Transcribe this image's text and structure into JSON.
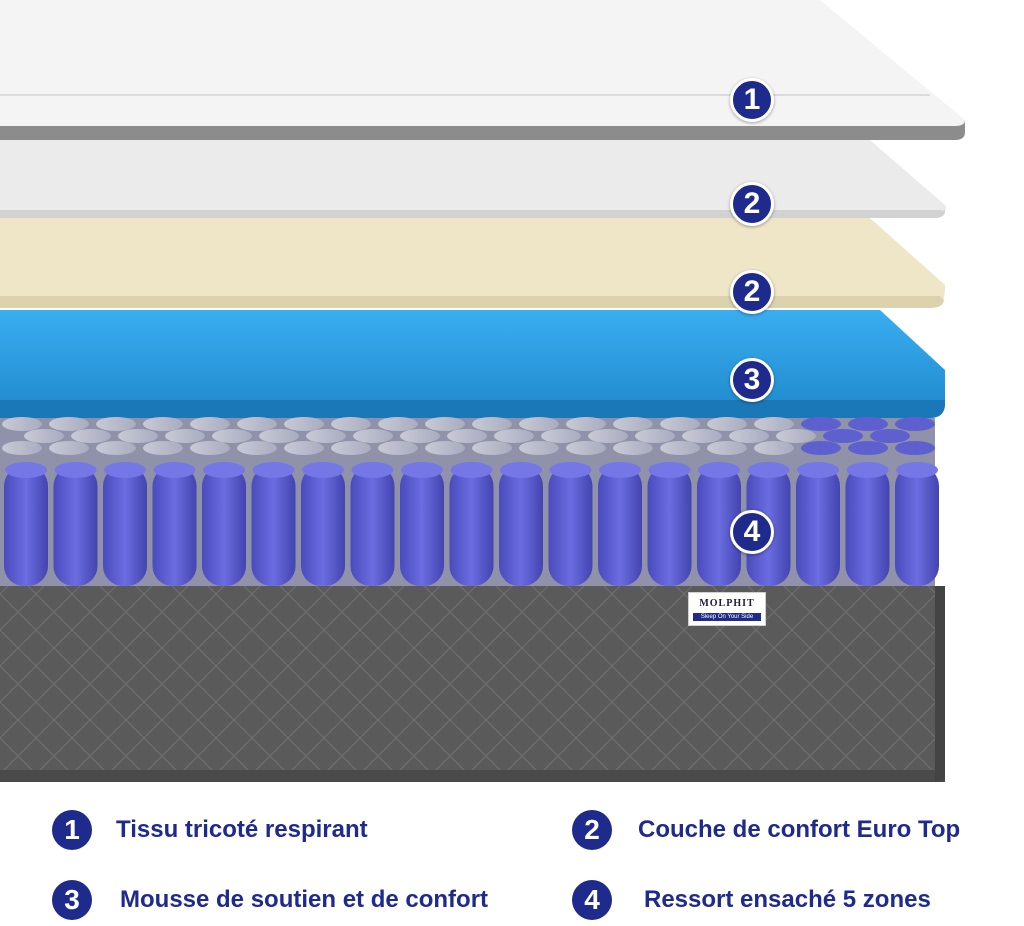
{
  "layers": [
    {
      "id": "knit-fabric",
      "badge": "1",
      "color": "#f2f2f2"
    },
    {
      "id": "euro-top-white",
      "badge": "2",
      "color": "#e9e9e9"
    },
    {
      "id": "euro-top-foam",
      "badge": "2",
      "color": "#eee5c6"
    },
    {
      "id": "support-foam",
      "badge": "3",
      "color": "#2e9ee0"
    },
    {
      "id": "pocket-springs",
      "badge": "4",
      "color": "#5657c8"
    }
  ],
  "brand": {
    "name": "MOLPHIT",
    "slogan": "Sleep On Your Side"
  },
  "legend": [
    {
      "number": "1",
      "text": "Tissu tricoté respirant"
    },
    {
      "number": "2",
      "text": "Couche de confort Euro Top"
    },
    {
      "number": "3",
      "text": "Mousse de soutien et de confort"
    },
    {
      "number": "4",
      "text": "Ressort ensaché 5 zones"
    }
  ],
  "colors": {
    "accent": "#1e2a8c",
    "base_fabric": "#5a5a5a",
    "spring_blue": "#5657c8",
    "spring_grey": "#b9bccb"
  }
}
